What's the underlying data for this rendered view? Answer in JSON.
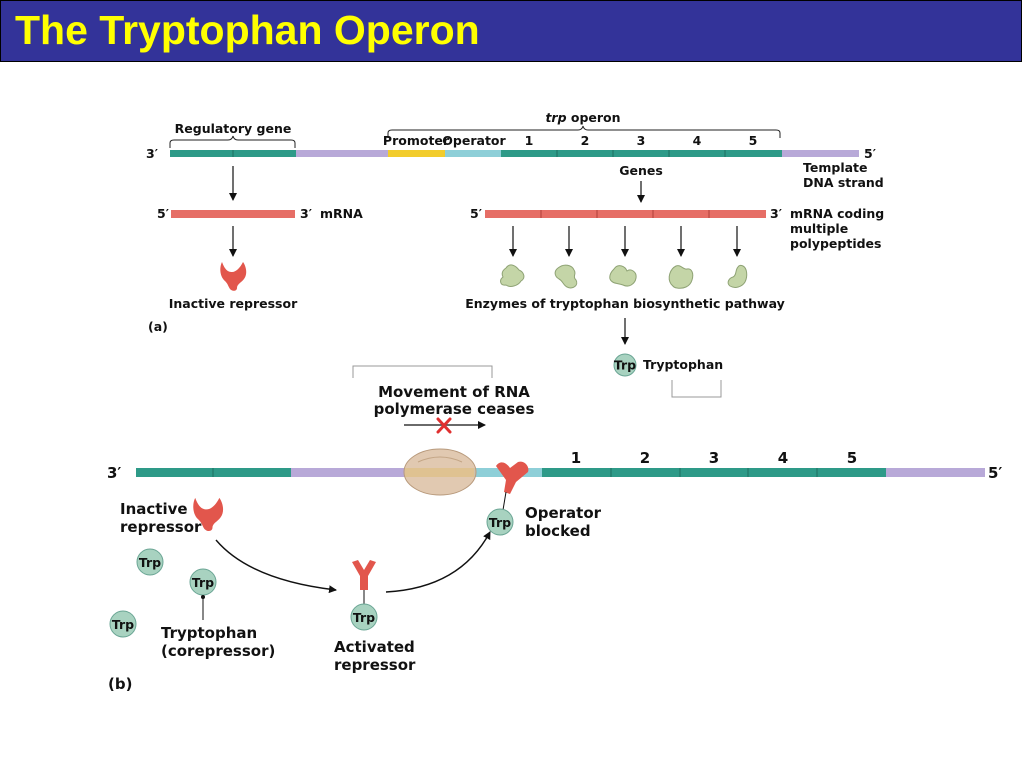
{
  "slide": {
    "title": "The Tryptophan Operon"
  },
  "colors": {
    "title_bg": "#333399",
    "title_text": "#ffff00",
    "gene_green": "#2e9a88",
    "spacer_lavender": "#b8a9d8",
    "promoter_yellow": "#f2cc2c",
    "operator_blue": "#8ecfd8",
    "mrna_red": "#e66e66",
    "repressor_red": "#e2564c",
    "enzyme_green": "#c4d5a7",
    "trp_ball": "#a8d2c0",
    "polymerase_tan": "#dcc0a3",
    "stop_x": "#e03030"
  },
  "panel_a": {
    "label": "(a)",
    "regulatory_gene": "Regulatory gene",
    "operon_title_italic": "trp",
    "operon_title_rest": " operon",
    "three_prime": "3′",
    "five_prime": "5′",
    "promoter": "Promoter",
    "operator": "Operator",
    "gene_numbers": [
      "1",
      "2",
      "3",
      "4",
      "5"
    ],
    "template_line1": "Template",
    "template_line2": "DNA strand",
    "genes": "Genes",
    "mrna": "mRNA",
    "mrna_coding": [
      "mRNA coding",
      "multiple",
      "polypeptides"
    ],
    "inactive_repressor": "Inactive repressor",
    "enzymes": "Enzymes of tryptophan biosynthetic pathway",
    "trp": "Trp",
    "tryptophan": "Tryptophan"
  },
  "panel_b": {
    "label": "(b)",
    "movement_line1": "Movement of RNA",
    "movement_line2": "polymerase ceases",
    "three_prime": "3′",
    "five_prime": "5′",
    "gene_numbers": [
      "1",
      "2",
      "3",
      "4",
      "5"
    ],
    "inactive_repressor": [
      "Inactive",
      "repressor"
    ],
    "operator_blocked": [
      "Operator",
      "blocked"
    ],
    "trp": "Trp",
    "tryptophan_corepressor": [
      "Tryptophan",
      "(corepressor)"
    ],
    "activated_repressor": [
      "Activated",
      "repressor"
    ]
  }
}
